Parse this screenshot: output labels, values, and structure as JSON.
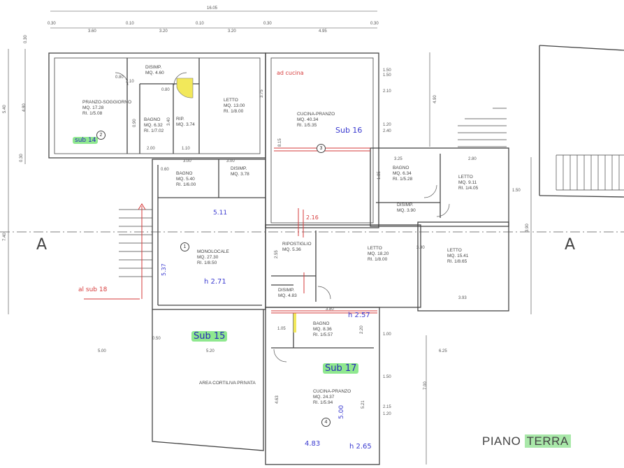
{
  "drawing": {
    "title_part1": "PIANO",
    "title_part2": "TERRA",
    "section_mark": "A",
    "colors": {
      "line": "#444444",
      "highlight_green": "#8fe88f",
      "highlight_yellow": "#f2e85a",
      "red_pen": "#d63a3a",
      "blue_pen": "#3a3ad0"
    }
  },
  "rooms": [
    {
      "id": "pranzo",
      "name": "PRANZO-SOGGIORNO",
      "area": "MQ. 17.28",
      "ri": "RI. 1/5.08"
    },
    {
      "id": "disimp1",
      "name": "DISIMP.",
      "area": "MQ. 4.60",
      "ri": ""
    },
    {
      "id": "bagno1",
      "name": "BAGNO",
      "area": "MQ. 6.32",
      "ri": "RI. 1/7.02"
    },
    {
      "id": "rip",
      "name": "RIP.",
      "area": "MQ. 3.74",
      "ri": ""
    },
    {
      "id": "letto1",
      "name": "LETTO",
      "area": "MQ. 13.00",
      "ri": "RI. 1/8.00"
    },
    {
      "id": "bagno2",
      "name": "BAGNO",
      "area": "MQ. 5.40",
      "ri": "RI. 1/6.00"
    },
    {
      "id": "disimp2",
      "name": "DISIMP.",
      "area": "MQ. 3.78",
      "ri": ""
    },
    {
      "id": "monolocale",
      "name": "MONOLOCALE",
      "area": "MQ. 27.30",
      "ri": "RI. 1/8.50"
    },
    {
      "id": "cucina1",
      "name": "CUCINA-PRANZO",
      "area": "MQ. 40.34",
      "ri": "RI. 1/5.35"
    },
    {
      "id": "bagno3",
      "name": "BAGNO",
      "area": "MQ. 6.34",
      "ri": "RI. 1/5.28"
    },
    {
      "id": "letto2",
      "name": "LETTO",
      "area": "MQ. 9.11",
      "ri": "RI. 1/4.05"
    },
    {
      "id": "disimp3",
      "name": "DISIMP.",
      "area": "MQ. 3.90",
      "ri": ""
    },
    {
      "id": "ripostiglio",
      "name": "RIPOSTIGLIO",
      "area": "MQ. 5.36",
      "ri": ""
    },
    {
      "id": "letto3",
      "name": "LETTO",
      "area": "MQ. 18.20",
      "ri": "RI. 1/8.00"
    },
    {
      "id": "letto4",
      "name": "LETTO",
      "area": "MQ. 15.41",
      "ri": "RI. 1/8.65"
    },
    {
      "id": "disimp4",
      "name": "DISIMP.",
      "area": "MQ. 4.83",
      "ri": ""
    },
    {
      "id": "bagno4",
      "name": "BAGNO",
      "area": "MQ. 8.36",
      "ri": "RI. 1/5.57"
    },
    {
      "id": "cucina2",
      "name": "CUCINA-PRANZO",
      "area": "MQ. 24.37",
      "ri": "RI. 1/5.94"
    },
    {
      "id": "corte",
      "name": "AREA CORTILIVA PRIVATA",
      "area": "",
      "ri": ""
    }
  ],
  "unit_numbers": [
    "1",
    "2",
    "3",
    "4"
  ],
  "annotations": {
    "sub14": "sub 14",
    "sub15": "Sub 15",
    "sub16": "Sub 16",
    "sub17": "Sub 17",
    "alsub18": "al sub 18",
    "cucina_red": "ad cucina",
    "n271": "h 2.71",
    "n511": "5.11",
    "n537": "5.37",
    "n216": "2.16",
    "n257": "h 2.57",
    "n483": "4.83",
    "n265": "h 2.65",
    "n500": "5.00"
  },
  "dims_top": [
    "0.30",
    "3.60",
    "0.10",
    "3.20",
    "0.10",
    "3.20",
    "0.30",
    "4.95",
    "0.30"
  ],
  "dim_total": "16.05",
  "dims_left": [
    "0.30",
    "5.40",
    "4.80",
    "0.30",
    "7.40"
  ],
  "dims_right": [
    "4.90",
    "3.90",
    "7.00"
  ],
  "dims_misc": [
    "0.80",
    "2.10",
    "0.80",
    "3.00",
    "3.00",
    "3.25",
    "2.80",
    "1.50",
    "2.10",
    "2.40",
    "1.20",
    "1.50",
    "3.80",
    "3.93",
    "3.90",
    "5.00",
    "5.20",
    "6.25",
    "0.50",
    "1.05",
    "2.20",
    "1.00",
    "5.21",
    "4.63",
    "1.85",
    "2.55",
    "1.10",
    "2.00",
    "1.50",
    "3.40",
    "3.75",
    "8.15",
    "0.60",
    "0.90",
    "3.80",
    "1.20",
    "2.15"
  ]
}
